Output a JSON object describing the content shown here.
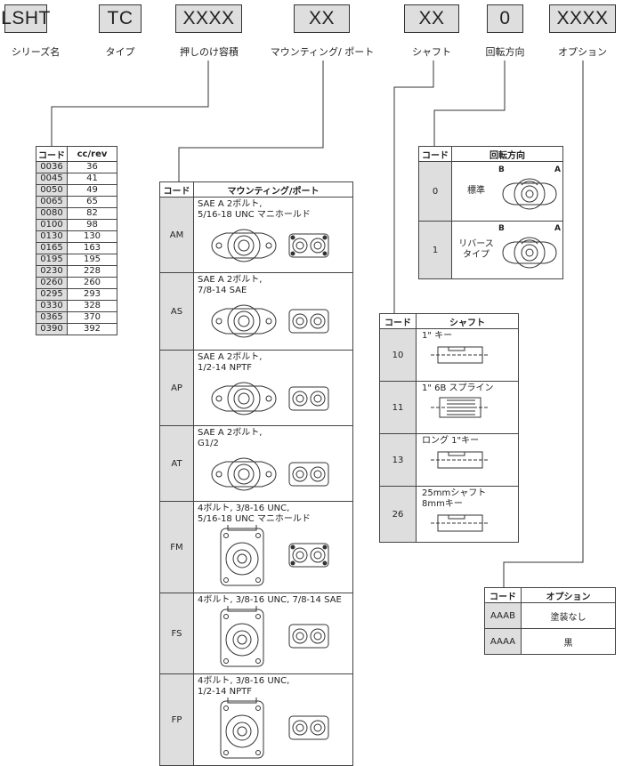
{
  "code_boxes": [
    {
      "code": "LSHT",
      "label": "シリーズ名"
    },
    {
      "code": "TC",
      "label": "タイプ"
    },
    {
      "code": "XXXX",
      "label": "押しのけ容積"
    },
    {
      "code": "XX",
      "label": "マウンティング/ ポート"
    },
    {
      "code": "XX",
      "label": "シャフト"
    },
    {
      "code": "0",
      "label": "回転方向"
    },
    {
      "code": "XXXX",
      "label": "オプション"
    }
  ],
  "displacement": {
    "headers": [
      "コード",
      "cc/rev"
    ],
    "rows": [
      [
        "0036",
        "36"
      ],
      [
        "0045",
        "41"
      ],
      [
        "0050",
        "49"
      ],
      [
        "0065",
        "65"
      ],
      [
        "0080",
        "82"
      ],
      [
        "0100",
        "98"
      ],
      [
        "0130",
        "130"
      ],
      [
        "0165",
        "163"
      ],
      [
        "0195",
        "195"
      ],
      [
        "0230",
        "228"
      ],
      [
        "0260",
        "260"
      ],
      [
        "0295",
        "293"
      ],
      [
        "0330",
        "328"
      ],
      [
        "0365",
        "370"
      ],
      [
        "0390",
        "392"
      ]
    ]
  },
  "mounting": {
    "headers": [
      "コード",
      "マウンティング/ポート"
    ],
    "rows": [
      {
        "code": "AM",
        "l1": "SAE A 2ボルト,",
        "l2": "5/16-18 UNC マニホールド"
      },
      {
        "code": "AS",
        "l1": "SAE A 2ボルト,",
        "l2": "7/8-14 SAE"
      },
      {
        "code": "AP",
        "l1": "SAE A 2ボルト,",
        "l2": "1/2-14 NPTF"
      },
      {
        "code": "AT",
        "l1": "SAE A 2ボルト,",
        "l2": "G1/2"
      },
      {
        "code": "FM",
        "l1": "4ボルト, 3/8-16 UNC,",
        "l2": "5/16-18 UNC マニホールド"
      },
      {
        "code": "FS",
        "l1": "4ボルト, 3/8-16 UNC, 7/8-14 SAE",
        "l2": ""
      },
      {
        "code": "FP",
        "l1": "4ボルト, 3/8-16 UNC,",
        "l2": "1/2-14 NPTF"
      }
    ]
  },
  "rotation": {
    "headers": [
      "コード",
      "回転方向"
    ],
    "legend": {
      "b": "B",
      "a": "A"
    },
    "rows": [
      {
        "code": "0",
        "l1": "標準",
        "l2": ""
      },
      {
        "code": "1",
        "l1": "リバース",
        "l2": "タイプ"
      }
    ]
  },
  "shaft": {
    "headers": [
      "コード",
      "シャフト"
    ],
    "rows": [
      {
        "code": "10",
        "l1": "1\" キー",
        "l2": ""
      },
      {
        "code": "11",
        "l1": "1\" 6B スプライン",
        "l2": ""
      },
      {
        "code": "13",
        "l1": "ロング 1\"キー",
        "l2": ""
      },
      {
        "code": "26",
        "l1": "25mmシャフト",
        "l2": "8mmキー"
      }
    ]
  },
  "option": {
    "headers": [
      "コード",
      "オプション"
    ],
    "rows": [
      [
        "AAAB",
        "塗装なし"
      ],
      [
        "AAAA",
        "黒"
      ]
    ]
  }
}
